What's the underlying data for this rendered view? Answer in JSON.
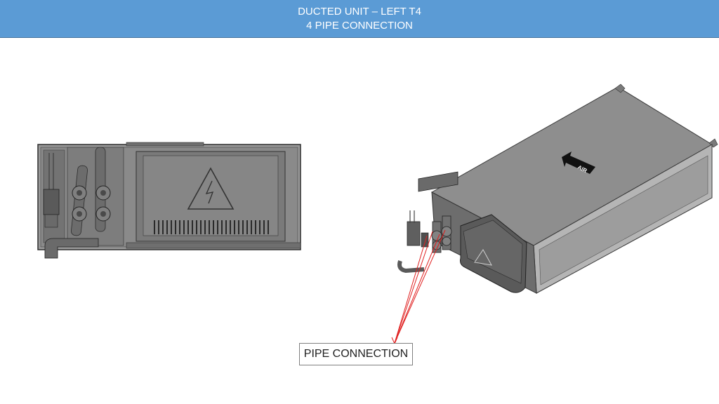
{
  "header": {
    "title_line1": "DUCTED UNIT – LEFT T4",
    "title_line2": "4 PIPE CONNECTION"
  },
  "callout": {
    "label": "PIPE CONNECTION"
  },
  "unit_3d": {
    "air_label": "AIR"
  },
  "colors": {
    "header_bg": "#5b9bd5",
    "header_text": "#ffffff",
    "leader_line": "#e02020",
    "unit_body": "#8c8c8c",
    "unit_dark": "#4a4a4a"
  }
}
